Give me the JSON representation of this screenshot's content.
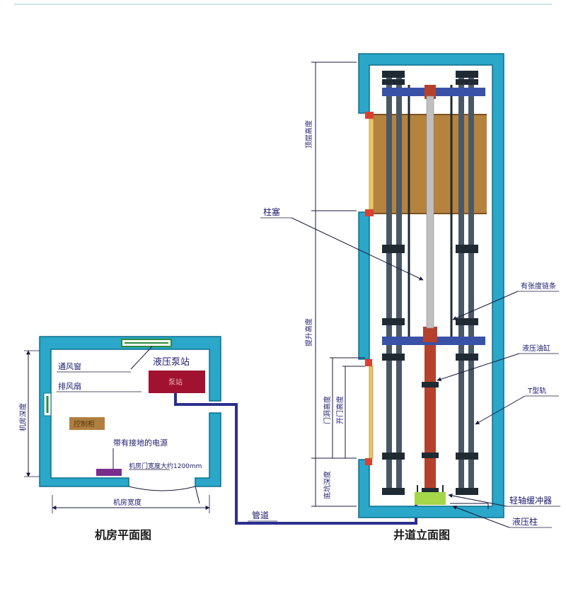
{
  "colors": {
    "wall": "#2aa7c9",
    "wall_edge": "#0d6f8e",
    "pipe": "#2a2f8f",
    "car": "#b6833f",
    "beam": "#3a51a8",
    "rail": "#4a5866",
    "rail_dark": "#1f2a33",
    "cylinder": "#b5402c",
    "plunger": "#c0c0c0",
    "buffer": "#a4d64a",
    "door": "#e8c86a",
    "pump_station": "#a0122f",
    "control_cabinet": "#b07f3f",
    "junction_box": "#7b2d8e",
    "vent": "#2e8b3a",
    "marker": "#d94030"
  },
  "machine_room": {
    "title": "机房平面图",
    "vent_window_label": "通风窗",
    "exhaust_fan_label": "排风扇",
    "pump_station_label": "液压泵站",
    "pump_box_text": "泵站",
    "control_cabinet_text": "控制柜",
    "power_line_label": "带有接地的电源",
    "door_label": "机房门宽度大约1200mm",
    "width_dim_label": "机房宽度",
    "depth_dim_label": "机房深度"
  },
  "pipe_label": "管道",
  "shaft": {
    "title": "井道立面图",
    "top_height_label": "顶层高度",
    "travel_height_label": "提升高度",
    "door_opening_label": "门洞高度",
    "door_clear_label": "开门高度",
    "pit_depth_label": "底坑深度",
    "plunger_label": "柱塞",
    "chain_label": "有张度链条",
    "cylinder_label": "液压油缸",
    "rail_label": "T型轨",
    "buffer_label": "轻轴缓冲器",
    "hydraulic_label": "液压柱"
  }
}
